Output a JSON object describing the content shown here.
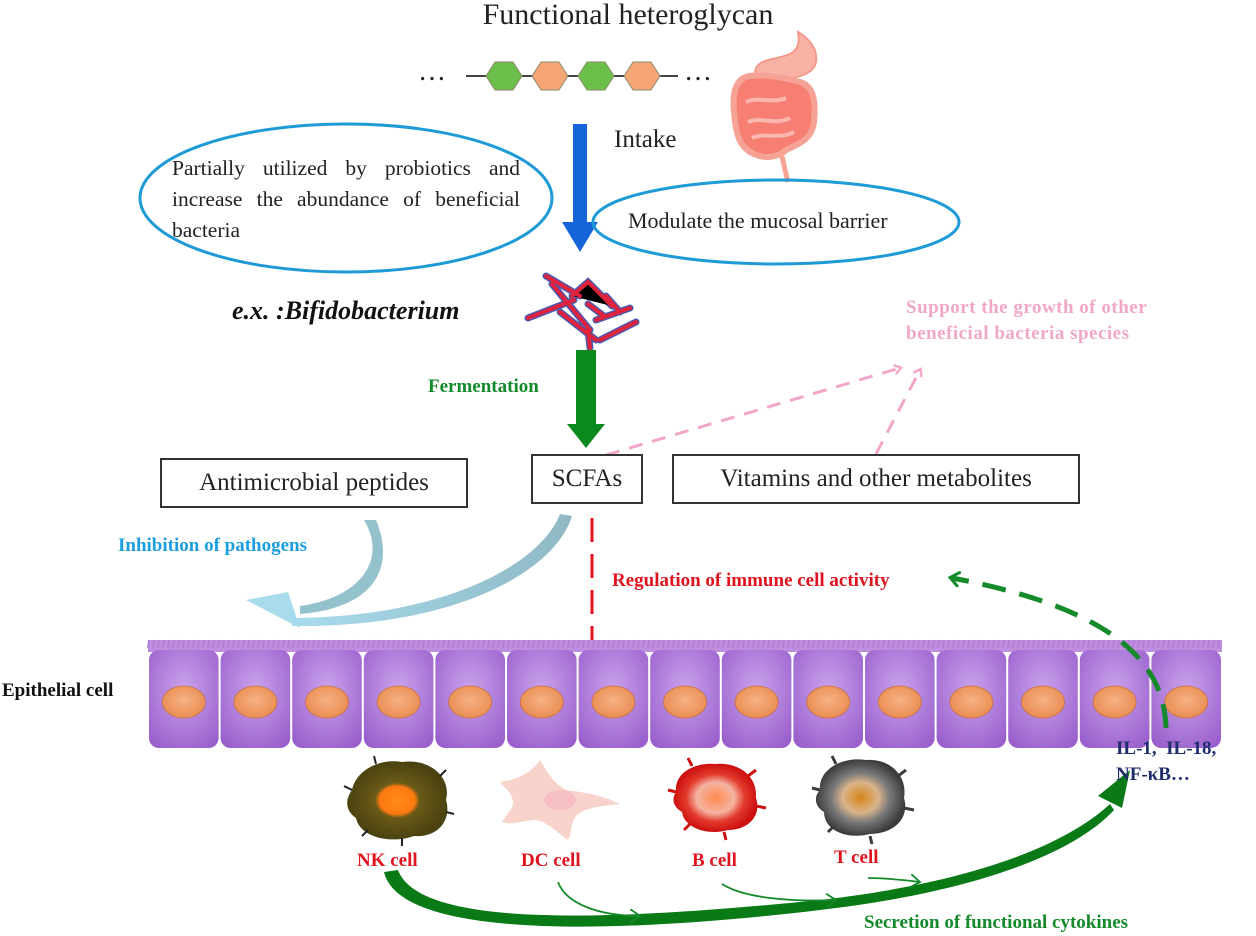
{
  "title": "Functional heteroglycan",
  "glycan_chain": {
    "ellipsis": "…",
    "units": [
      "green",
      "orange",
      "green",
      "orange"
    ],
    "colors": {
      "green": "#6dbf4b",
      "orange": "#f6a577",
      "line": "#444444"
    }
  },
  "intake_label": "Intake",
  "probiotics_note": "Partially utilized by probiotics and increase the abundance of beneficial bacteria",
  "mucosal_note": "Modulate the mucosal barrier",
  "bacterium_example": "e.x. :Bifidobacterium",
  "fermentation_label": "Fermentation",
  "support_note": {
    "line1": "Support the growth of other",
    "line2": "beneficial bacteria species"
  },
  "products": {
    "antimicrobial": "Antimicrobial peptides",
    "scfas": "SCFAs",
    "vitamins": "Vitamins and other metabolites"
  },
  "inhibition_label": "Inhibition of pathogens",
  "regulation_label": "Regulation of immune cell activity",
  "epithelial_label": "Epithelial cell",
  "epithelial_cell_count": 15,
  "cytokines": {
    "line1": "IL-1,  IL-18,",
    "line2": "NF-κB…"
  },
  "immune_cells": [
    {
      "label": "NK cell"
    },
    {
      "label": "DC cell"
    },
    {
      "label": "B cell"
    },
    {
      "label": "T cell"
    }
  ],
  "secretion_label": "Secretion of functional cytokines",
  "colors": {
    "intake_arrow": "#1565d8",
    "fermentation_arrow": "#0a8a1e",
    "ellipse_stroke": "#1e9ad6",
    "support_pink": "#f2a6c8",
    "inhibition_blue": "#1a9ee0",
    "inhibition_arrow": "#a6d4e0",
    "regulation_red": "#e0141e",
    "cytokine_navy": "#1f2d6b",
    "green_text": "#158a2a",
    "cell_label_red": "#e0141e",
    "epithelium_purple": "#a46ad2",
    "nucleus_orange": "#f0955a"
  }
}
